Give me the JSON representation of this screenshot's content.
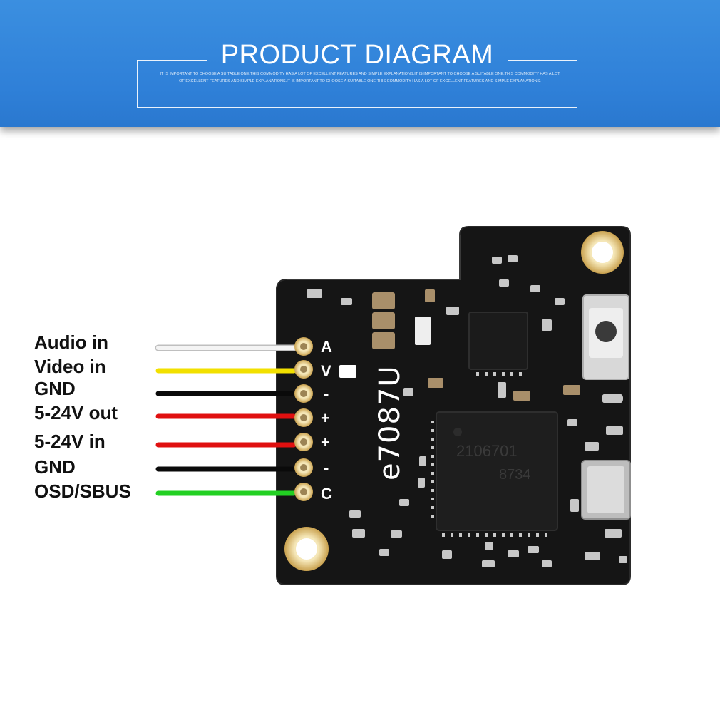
{
  "header": {
    "title": "PRODUCT DIAGRAM",
    "subtitle": "IT IS IMPORTANT TO CHOOSE A SUITABLE ONE.THIS COMMODITY HAS A LOT OF EXCELLENT FEATURES AND SIMPLE EXPLANATIONS.IT IS IMPORTANT TO CHOOSE A SUITABLE ONE.THIS COMMODITY HAS A LOT OF EXCELLENT FEATURES AND SIMPLE EXPLANATIONS.IT IS IMPORTANT TO CHOOSE A SUITABLE ONE.THIS COMMODITY HAS A LOT OF EXCELLENT FEATURES AND SIMPLE EXPLANATIONS."
  },
  "board": {
    "model": "e7087U",
    "chip_text_1": "2106701",
    "chip_text_2": "8734"
  },
  "wires": [
    {
      "label": "Audio in",
      "pin": "A",
      "color": "#f4f4f4"
    },
    {
      "label": "Video in",
      "pin": "V",
      "color": "#f2e000"
    },
    {
      "label": "GND",
      "pin": "-",
      "color": "#0a0a0a"
    },
    {
      "label": "5-24V out",
      "pin": "+",
      "color": "#e01010"
    },
    {
      "label": "5-24V in",
      "pin": "+",
      "color": "#e01010"
    },
    {
      "label": "GND",
      "pin": "-",
      "color": "#0a0a0a"
    },
    {
      "label": "OSD/SBUS",
      "pin": "C",
      "color": "#22d022"
    }
  ]
}
